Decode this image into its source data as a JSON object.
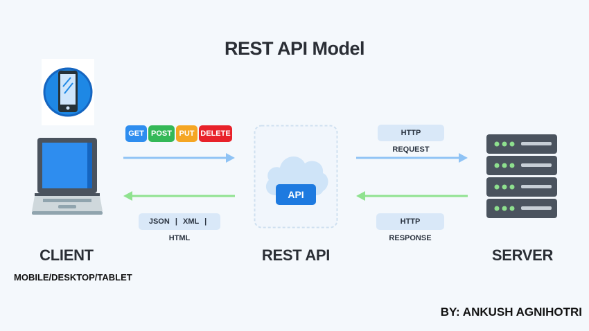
{
  "title": "REST API Model",
  "client": {
    "label": "CLIENT",
    "sublabel": "MOBILE/DESKTOP/TABLET"
  },
  "api": {
    "label": "REST API",
    "badge": "API"
  },
  "server": {
    "label": "SERVER"
  },
  "methods": [
    {
      "label": "GET",
      "color": "#2e8def"
    },
    {
      "label": "POST",
      "color": "#34b857"
    },
    {
      "label": "PUT",
      "color": "#f5a623"
    },
    {
      "label": "DELETE",
      "color": "#e8222a"
    }
  ],
  "formats": {
    "json": "JSON",
    "xml": "XML",
    "html": "HTML"
  },
  "http_request": "HTTP REQUEST",
  "http_response": "HTTP RESPONSE",
  "author": "BY: ANKUSH AGNIHOTRI",
  "colors": {
    "request_arrow": "#8fc3f5",
    "response_arrow": "#8fe28f",
    "phone_bg": "#1e88e5",
    "server_body": "#4a535e",
    "server_led": "#8ee08e"
  }
}
